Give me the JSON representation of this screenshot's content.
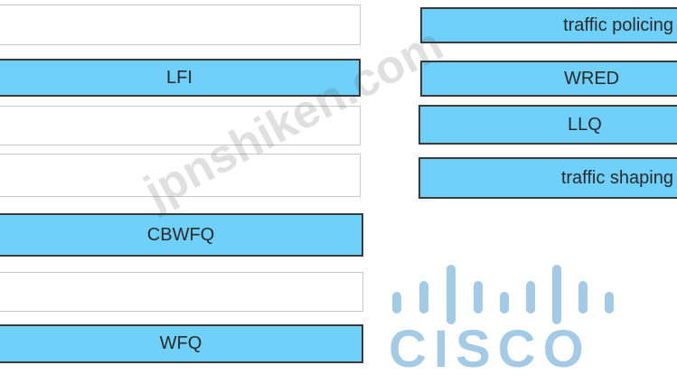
{
  "left_slots": [
    {
      "label": ""
    },
    {
      "label": "LFI"
    },
    {
      "label": ""
    },
    {
      "label": ""
    },
    {
      "label": "CBWFQ"
    },
    {
      "label": ""
    },
    {
      "label": "WFQ"
    }
  ],
  "right_items": [
    {
      "label": "traffic policing"
    },
    {
      "label": "WRED"
    },
    {
      "label": "LLQ"
    },
    {
      "label": "traffic shaping"
    }
  ],
  "logo": {
    "text": "CISCO"
  },
  "watermark": {
    "text": "jpnshiken.com"
  },
  "colors": {
    "tile_fill": "#6fd0fa",
    "tile_border": "#3a3a3a",
    "logo": "#a4cbe5"
  }
}
